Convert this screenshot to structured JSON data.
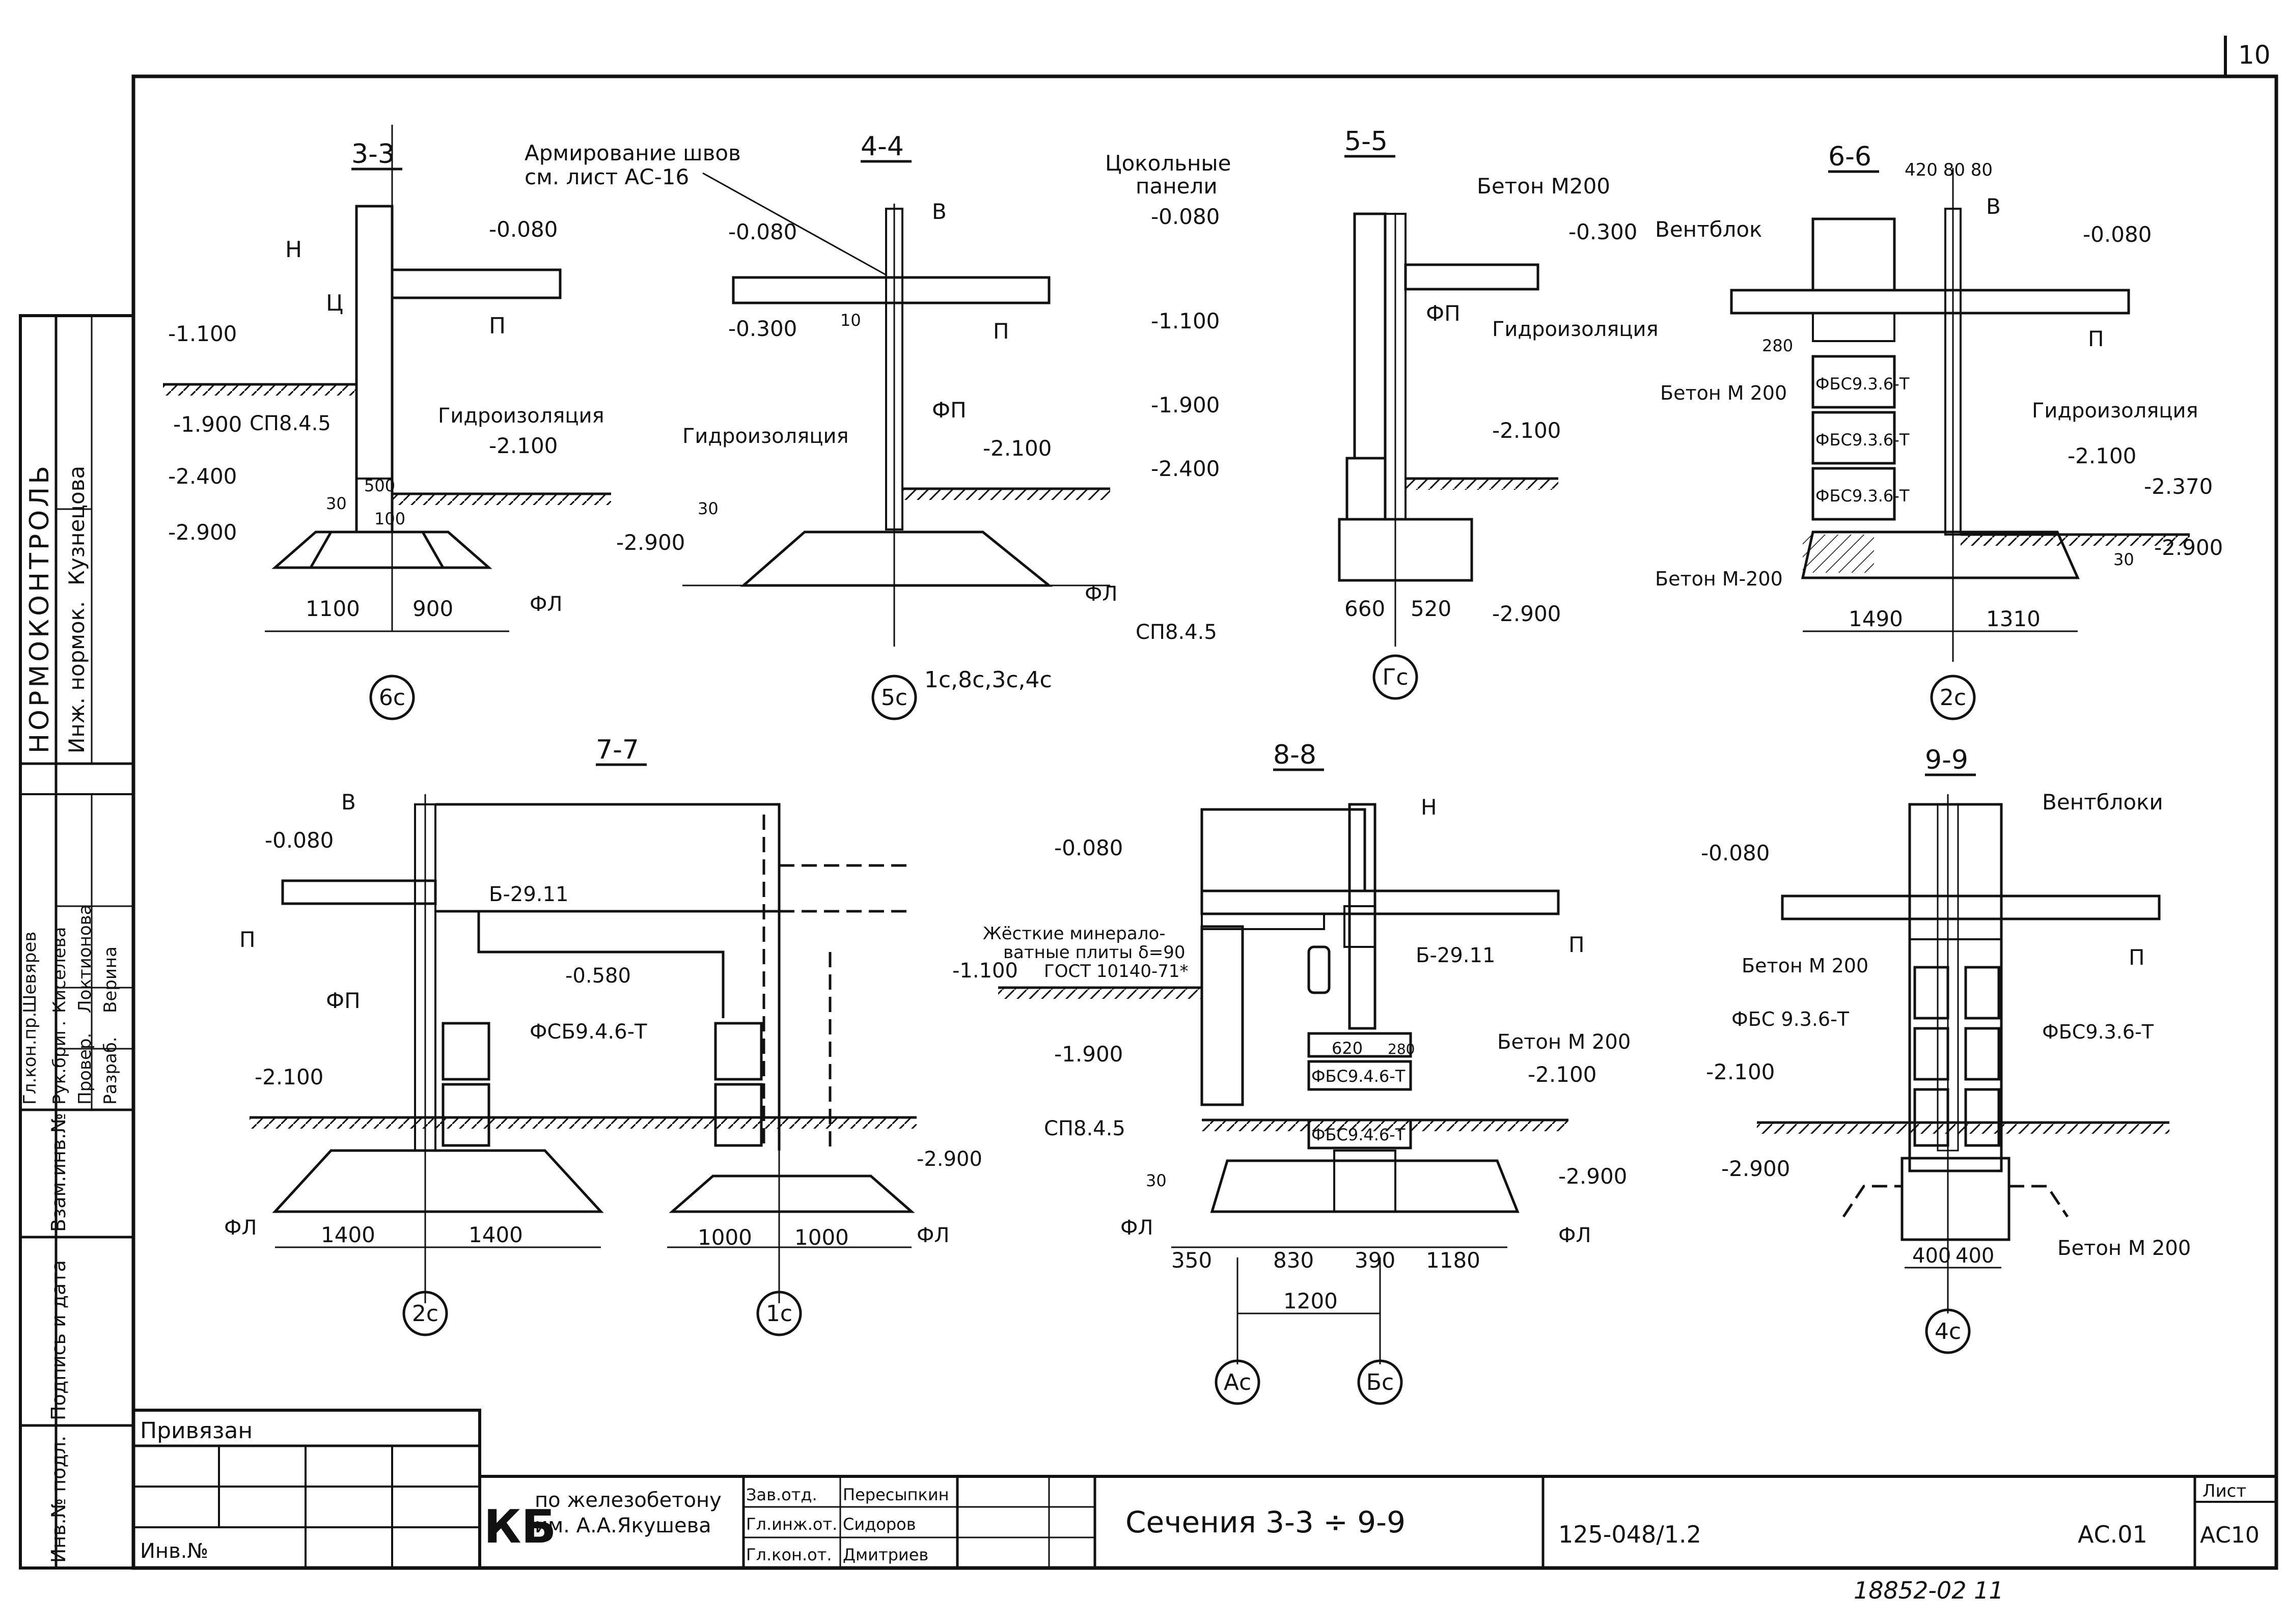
{
  "sheet_number_corner": "10",
  "left_strip": {
    "normcontrol_title": "НОРМОКОНТРОЛЬ",
    "normcontrol_role": "Инж. нормок.",
    "normcontrol_name": "Кузнецова",
    "approval_rows": [
      {
        "role": "Гл.кон.пр.",
        "name": "Шевярев"
      },
      {
        "role": "Рук.бриг.",
        "name": "Киселева"
      },
      {
        "role": "Провер.",
        "name": "Локтионова"
      },
      {
        "role": "Разраб.",
        "name": "Верина"
      }
    ],
    "field_vzam": "Взам.инв.№",
    "field_podpis": "Подпись и дата",
    "field_inv_podl": "Инв.№ подл."
  },
  "sections": {
    "s33": {
      "title": "3-3",
      "labels": [
        "Н",
        "Ц",
        "П",
        "-0.080",
        "-1.100",
        "-1.900",
        "СП8.4.5",
        "Гидроизоляция",
        "-2.100",
        "-2.400",
        "30",
        "500",
        "100",
        "-2.900",
        "1100",
        "900",
        "ФЛ"
      ],
      "axis": "6с"
    },
    "s44": {
      "title": "4-4",
      "note_line1": "Армирование швов",
      "note_line2": "см. лист АС-16",
      "labels": [
        "В",
        "-0.080",
        "-0.300",
        "10",
        "П",
        "ФП",
        "Гидроизоляция",
        "-2.100",
        "30",
        "-2.900",
        "ФЛ"
      ],
      "axis": "5с",
      "axis_note": "1с,8с,3с,4с"
    },
    "s55": {
      "title": "5-5",
      "note_line1": "Цокольные",
      "note_line2": "панели",
      "labels": [
        "Бетон М200",
        "-0.080",
        "-0.300",
        "-1.100",
        "ФП",
        "Гидроизоляция",
        "-1.900",
        "-2.100",
        "-2.400",
        "660",
        "520",
        "-2.900",
        "СП8.4.5"
      ],
      "axis": "Гс"
    },
    "s66": {
      "title": "6-6",
      "top_dims": "420 80 80",
      "labels": [
        "Вентблок",
        "В",
        "-0.080",
        "280",
        "П",
        "Бетон М 200",
        "ФБС9.3.6-Т",
        "ФБС9.3.6-Т",
        "Гидроизоляция",
        "-2.100",
        "-2.370",
        "ФБС9.3.6-Т",
        "30",
        "-2.900",
        "Бетон М-200",
        "1490",
        "1310"
      ],
      "axis": "2с"
    },
    "s77": {
      "title": "7-7",
      "labels": [
        "В",
        "-0.080",
        "П",
        "Б-29.11",
        "-0.580",
        "ФП",
        "ФСБ9.4.6-Т",
        "-2.100",
        "-2.900",
        "ФЛ",
        "1400",
        "1400",
        "1000",
        "1000",
        "ФЛ"
      ],
      "axis1": "2с",
      "axis2": "1с"
    },
    "s88": {
      "title": "8-8",
      "note_line1": "Жёсткие минерало-",
      "note_line2": "ватные плиты δ=90",
      "note_line3": "ГОСТ 10140-71*",
      "labels": [
        "Н",
        "-0.080",
        "П",
        "Б-29.11",
        "-1.100",
        "620",
        "280",
        "ФБС9.4.6-Т",
        "Бетон М 200",
        "-1.900",
        "-2.100",
        "СП8.4.5",
        "ФБС9.4.6-Т",
        "30",
        "-2.900",
        "ФЛ",
        "ФЛ",
        "350",
        "830",
        "390",
        "1180",
        "1200"
      ],
      "axis1": "Ас",
      "axis2": "Бс"
    },
    "s99": {
      "title": "9-9",
      "labels": [
        "Вентблоки",
        "-0.080",
        "П",
        "Бетон М 200",
        "ФБС 9.3.6-Т",
        "ФБС9.3.6-Т",
        "-2.100",
        "-2.900",
        "Бетон М 200",
        "400",
        "400"
      ],
      "axis": "4с"
    }
  },
  "title_block": {
    "privyazan": "Привязан",
    "inv_no": "Инв.№",
    "org_logo": "КБ",
    "org_line1": "по железобетону",
    "org_line2": "им. А.А.Якушева",
    "staff": [
      {
        "role": "Зав.отд.",
        "name": "Пересыпкин"
      },
      {
        "role": "Гл.инж.от.",
        "name": "Сидоров"
      },
      {
        "role": "Гл.кон.от.",
        "name": "Дмитриев"
      }
    ],
    "sheet_title": "Сечения 3-3 ÷ 9-9",
    "project_code": "125-048/1.2",
    "stage": "АС.01",
    "list_label": "Лист",
    "list_value": "АС10",
    "bottom_note": "18852-02   11"
  }
}
